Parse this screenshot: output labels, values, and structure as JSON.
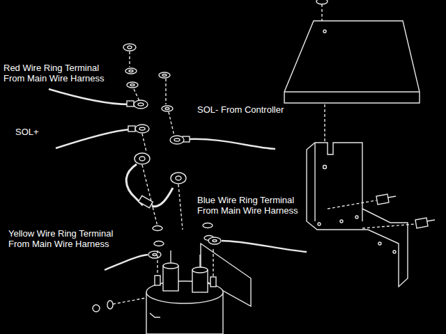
{
  "diagram": {
    "labels": [
      "Red Wire Ring Terminal From Main Wire Harness",
      "SOL+",
      "SOL- From Controller",
      "Blue Wire Ring Terminal From Main Wire Harness",
      "Yellow Wire Ring Terminal From Main Wire Harness"
    ]
  }
}
